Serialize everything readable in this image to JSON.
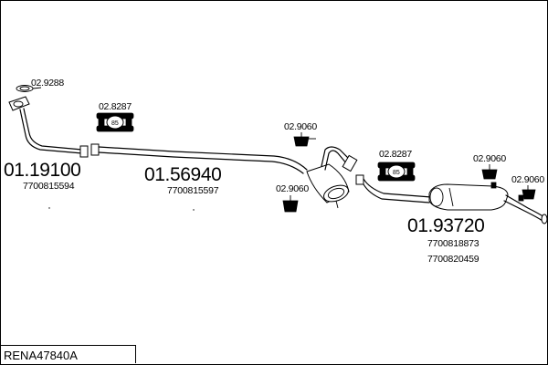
{
  "diagram_code": "RENA47840A",
  "parts": {
    "front_pipe": {
      "ref": "01.19100",
      "oe": [
        "7700815594"
      ]
    },
    "middle_pipe": {
      "ref": "01.56940",
      "oe": [
        "7700815597"
      ]
    },
    "rear_silencer": {
      "ref": "01.93720",
      "oe": [
        "7700818873",
        "7700820459"
      ]
    }
  },
  "accessories": {
    "gasket": "02.9288",
    "clamp_front": "02.8287",
    "clamp_rear": "02.8287",
    "mount_upper": "02.9060",
    "mount_lower": "02.9060",
    "mount_rear_left": "02.9060",
    "mount_rear_right": "02.9060"
  }
}
